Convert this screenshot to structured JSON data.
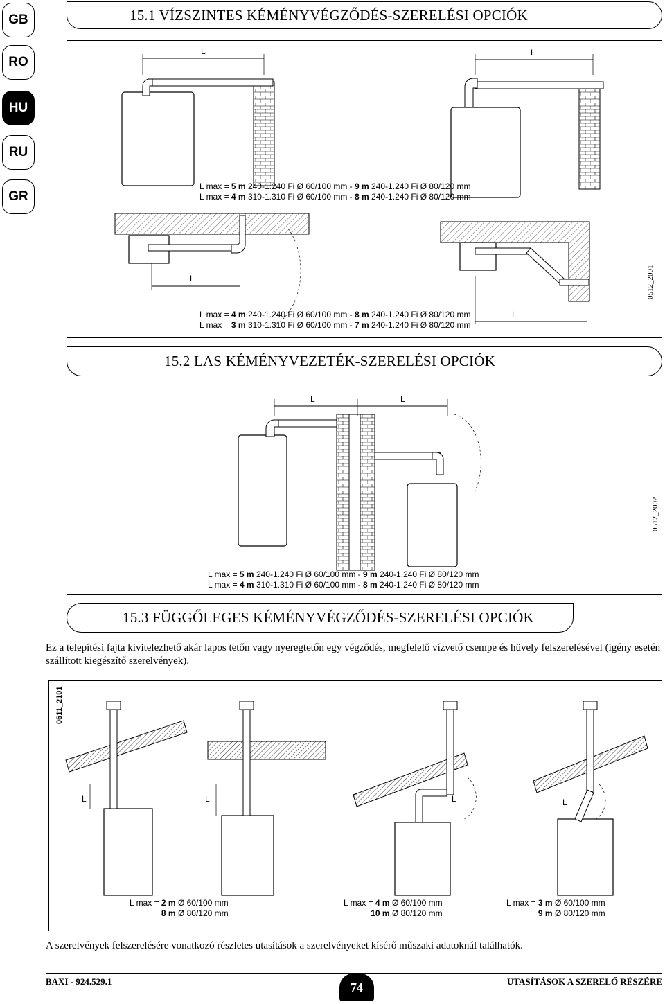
{
  "languages": [
    {
      "code": "GB",
      "active": false
    },
    {
      "code": "RO",
      "active": false
    },
    {
      "code": "HU",
      "active": true
    },
    {
      "code": "RU",
      "active": false
    },
    {
      "code": "GR",
      "active": false
    }
  ],
  "sections": {
    "s1": {
      "title": "15.1 VÍZSZINTES KÉMÉNYVÉGZŐDÉS-SZERELÉSI OPCIÓK",
      "figure_code": "0512_2001",
      "spec_top": {
        "line1": {
          "prefix": "L max = ",
          "v1": "5 m",
          "mid": " 240-1.240 Fi Ø 60/100 mm - ",
          "v2": "9 m",
          "suffix": " 240-1.240 Fi Ø 80/120 mm"
        },
        "line2": {
          "prefix": "L max = ",
          "v1": "4 m",
          "mid": " 310-1.310 Fi Ø 60/100 mm - ",
          "v2": "8 m",
          "suffix": " 240-1.240 Fi Ø 80/120 mm"
        }
      },
      "spec_bottom": {
        "line1": {
          "prefix": "L max = ",
          "v1": "4 m",
          "mid": " 240-1.240 Fi Ø 60/100 mm - ",
          "v2": "8 m",
          "suffix": " 240-1.240 Fi Ø 80/120 mm"
        },
        "line2": {
          "prefix": "L max = ",
          "v1": "3 m",
          "mid": " 310-1.310 Fi Ø 60/100 mm - ",
          "v2": "7 m",
          "suffix": " 240-1.240 Fi Ø 80/120 mm"
        }
      }
    },
    "s2": {
      "title": "15.2 LAS KÉMÉNYVEZETÉK-SZERELÉSI OPCIÓK",
      "figure_code": "0512_2002",
      "spec": {
        "line1": {
          "prefix": "L max = ",
          "v1": "5 m",
          "mid": " 240-1.240 Fi Ø 60/100 mm - ",
          "v2": "9 m",
          "suffix": " 240-1.240 Fi Ø 80/120 mm"
        },
        "line2": {
          "prefix": "L max = ",
          "v1": "4 m",
          "mid": " 310-1.310 Fi Ø 60/100 mm - ",
          "v2": "8 m",
          "suffix": " 240-1.240 Fi Ø 80/120 mm"
        }
      }
    },
    "s3": {
      "title": "15.3 FÜGGŐLEGES KÉMÉNYVÉGZŐDÉS-SZERELÉSI OPCIÓK",
      "paragraph": "Ez a telepítési fajta kivitelezhető akár lapos tetőn vagy nyeregtetőn egy végződés, megfelelő vízvető csempe és hüvely felszerelésével (igény esetén szállított kiegészítő szerelvények).",
      "figure_code": "0611_2101",
      "specs": [
        {
          "prefix": "L max = ",
          "v1": "2 m",
          "d1": " Ø 60/100 mm",
          "v2": "8 m",
          "d2": " Ø 80/120 mm"
        },
        {
          "prefix": "L max = ",
          "v1": "4 m",
          "d1": " Ø 60/100 mm",
          "v2": "10 m",
          "d2": " Ø 80/120 mm"
        },
        {
          "prefix": "L max = ",
          "v1": "3 m",
          "d1": " Ø 60/100 mm",
          "v2": "9 m",
          "d2": " Ø 80/120 mm"
        }
      ]
    }
  },
  "dimension_label": "L",
  "closing_note": "A szerelvények felszerelésére vonatkozó részletes utasítások a szerelvényeket kísérő műszaki adatoknál találhatók.",
  "footer": {
    "left": "BAXI - 924.529.1",
    "page": "74",
    "right": "UTASÍTÁSOK A SZERELŐ RÉSZÉRE"
  }
}
